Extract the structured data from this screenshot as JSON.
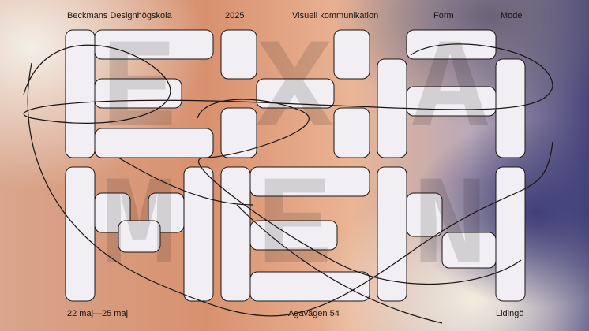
{
  "header": {
    "school": "Beckmans Designhögskola",
    "year": "2025",
    "program1": "Visuell kommunikation",
    "program2": "Form",
    "program3": "Mode"
  },
  "title": {
    "word": "EXAMEN"
  },
  "footer": {
    "dates": "22 maj—25 maj",
    "address": "Agavägen 54",
    "place": "Lidingö"
  }
}
